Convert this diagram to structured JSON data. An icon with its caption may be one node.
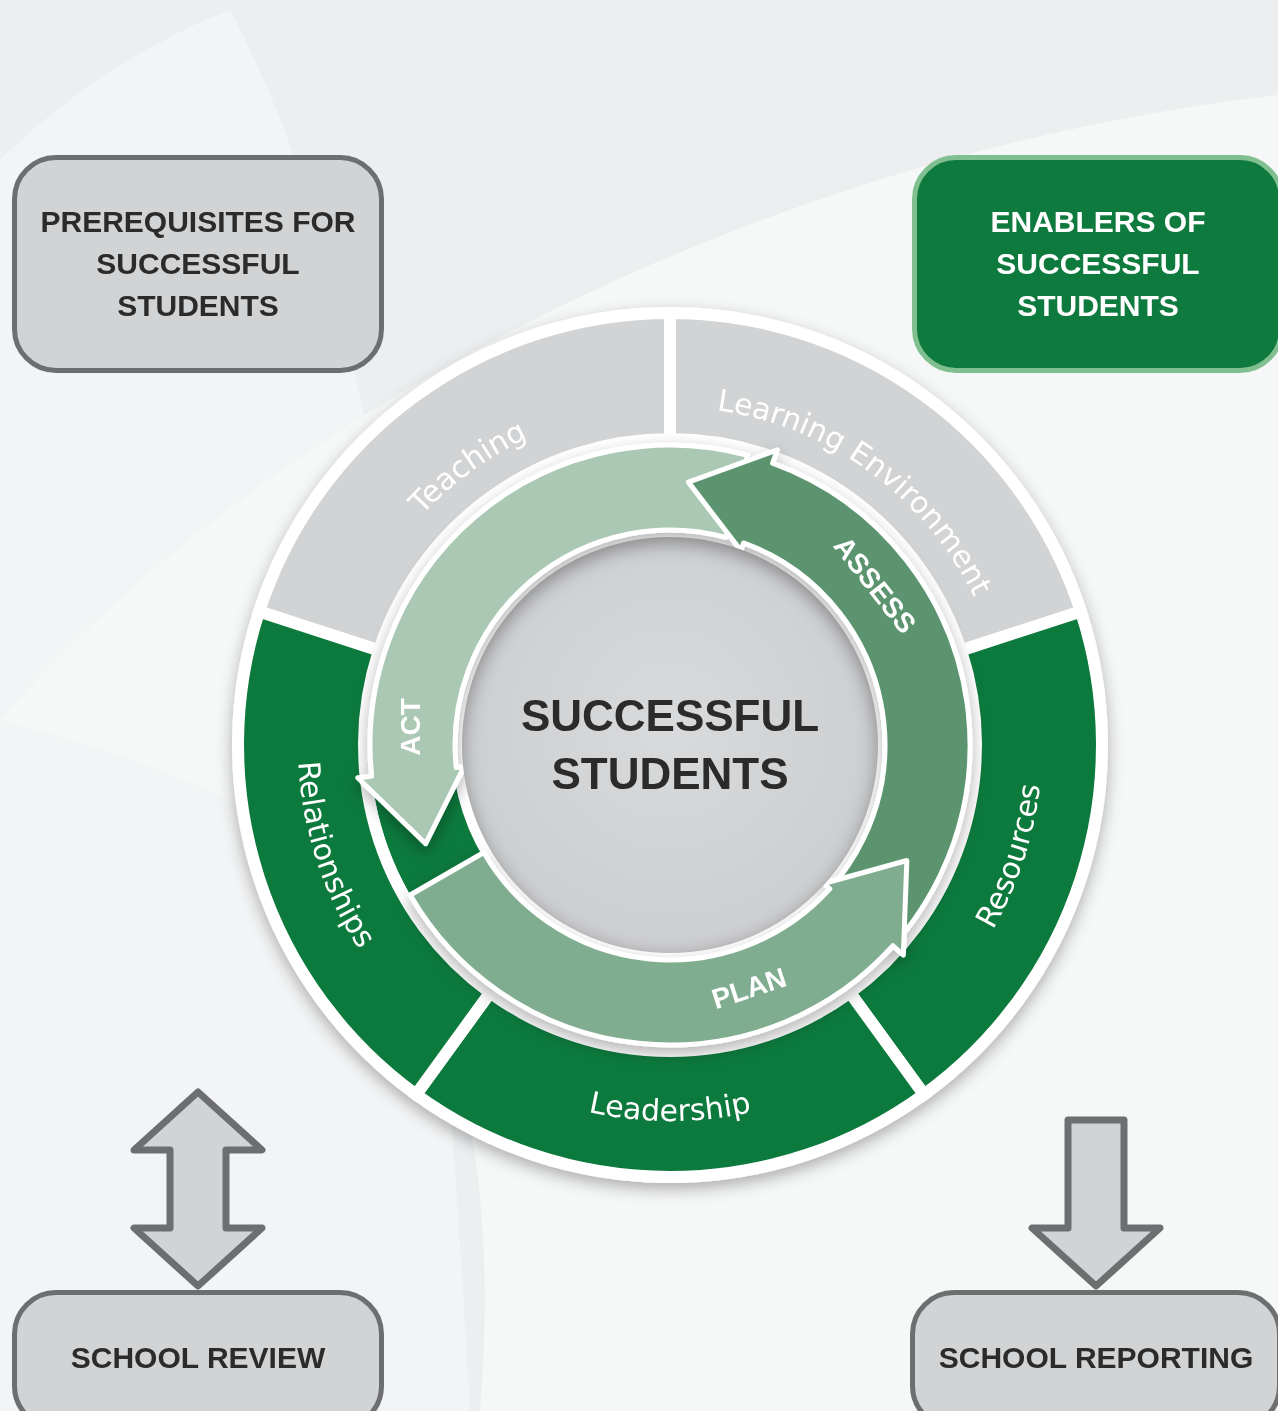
{
  "diagram": {
    "nodes": [
      {
        "text": [
          "PREREQUISITES FOR SUCCESSFUL STUDENTS"
        ]
      },
      {
        "text": [
          "ENABLERS OF SUCCESSFUL STUDENTS"
        ]
      },
      {
        "text": [
          "Teaching"
        ]
      },
      {
        "text": [
          "Learning Environment"
        ]
      },
      {
        "text": [
          "Resources"
        ]
      },
      {
        "text": [
          "Leadership"
        ]
      },
      {
        "text": [
          "Relationships"
        ]
      },
      {
        "text": [
          "ASSESS"
        ]
      },
      {
        "text": [
          "PLAN"
        ]
      },
      {
        "text": [
          "ACT"
        ]
      },
      {
        "text": [
          "SUCCESSFUL STUDENTS"
        ]
      },
      {
        "text": [
          "SCHOOL REVIEW"
        ]
      },
      {
        "text": [
          "SCHOOL REPORTING"
        ]
      }
    ],
    "edges": [
      {
        "from": null,
        "to": 11,
        "arrow": "both"
      },
      {
        "from": null,
        "to": 12,
        "arrow": "to"
      }
    ]
  }
}
